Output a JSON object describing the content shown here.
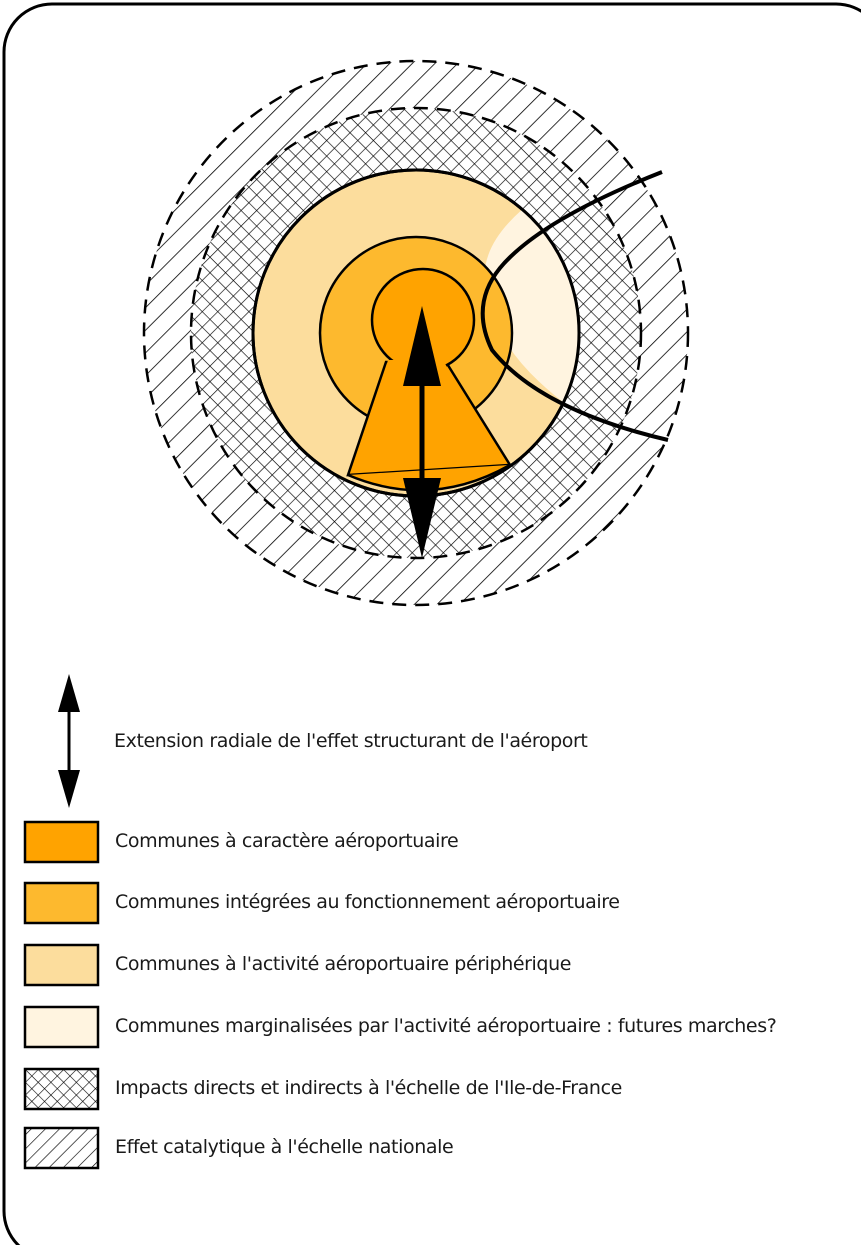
{
  "colors": {
    "airport_core": "#FFA300",
    "integrated": "#FDB92E",
    "peripheral": "#FCDD9D",
    "marginalized": "#FFF4E0",
    "outline": "#000000"
  },
  "legend": {
    "arrow_label": "Extension radiale de l'effet structurant de l'aéroport",
    "items": [
      {
        "label": "Communes à caractère aéroportuaire",
        "fill": "#FFA300",
        "pattern": "none"
      },
      {
        "label": "Communes intégrées au fonctionnement aéroportuaire",
        "fill": "#FDB92E",
        "pattern": "none"
      },
      {
        "label": "Communes à l'activité aéroportuaire périphérique",
        "fill": "#FCDD9D",
        "pattern": "none"
      },
      {
        "label": "Communes marginalisées par l'activité aéroportuaire : futures marches?",
        "fill": "#FFF4E0",
        "pattern": "none"
      },
      {
        "label": "Impacts directs et indirects à l'échelle de l'Ile-de-France",
        "fill": "#FFFFFF",
        "pattern": "crosshatch"
      },
      {
        "label": "Effet catalytique à l'échelle nationale",
        "fill": "#FFFFFF",
        "pattern": "diagonal"
      }
    ]
  }
}
